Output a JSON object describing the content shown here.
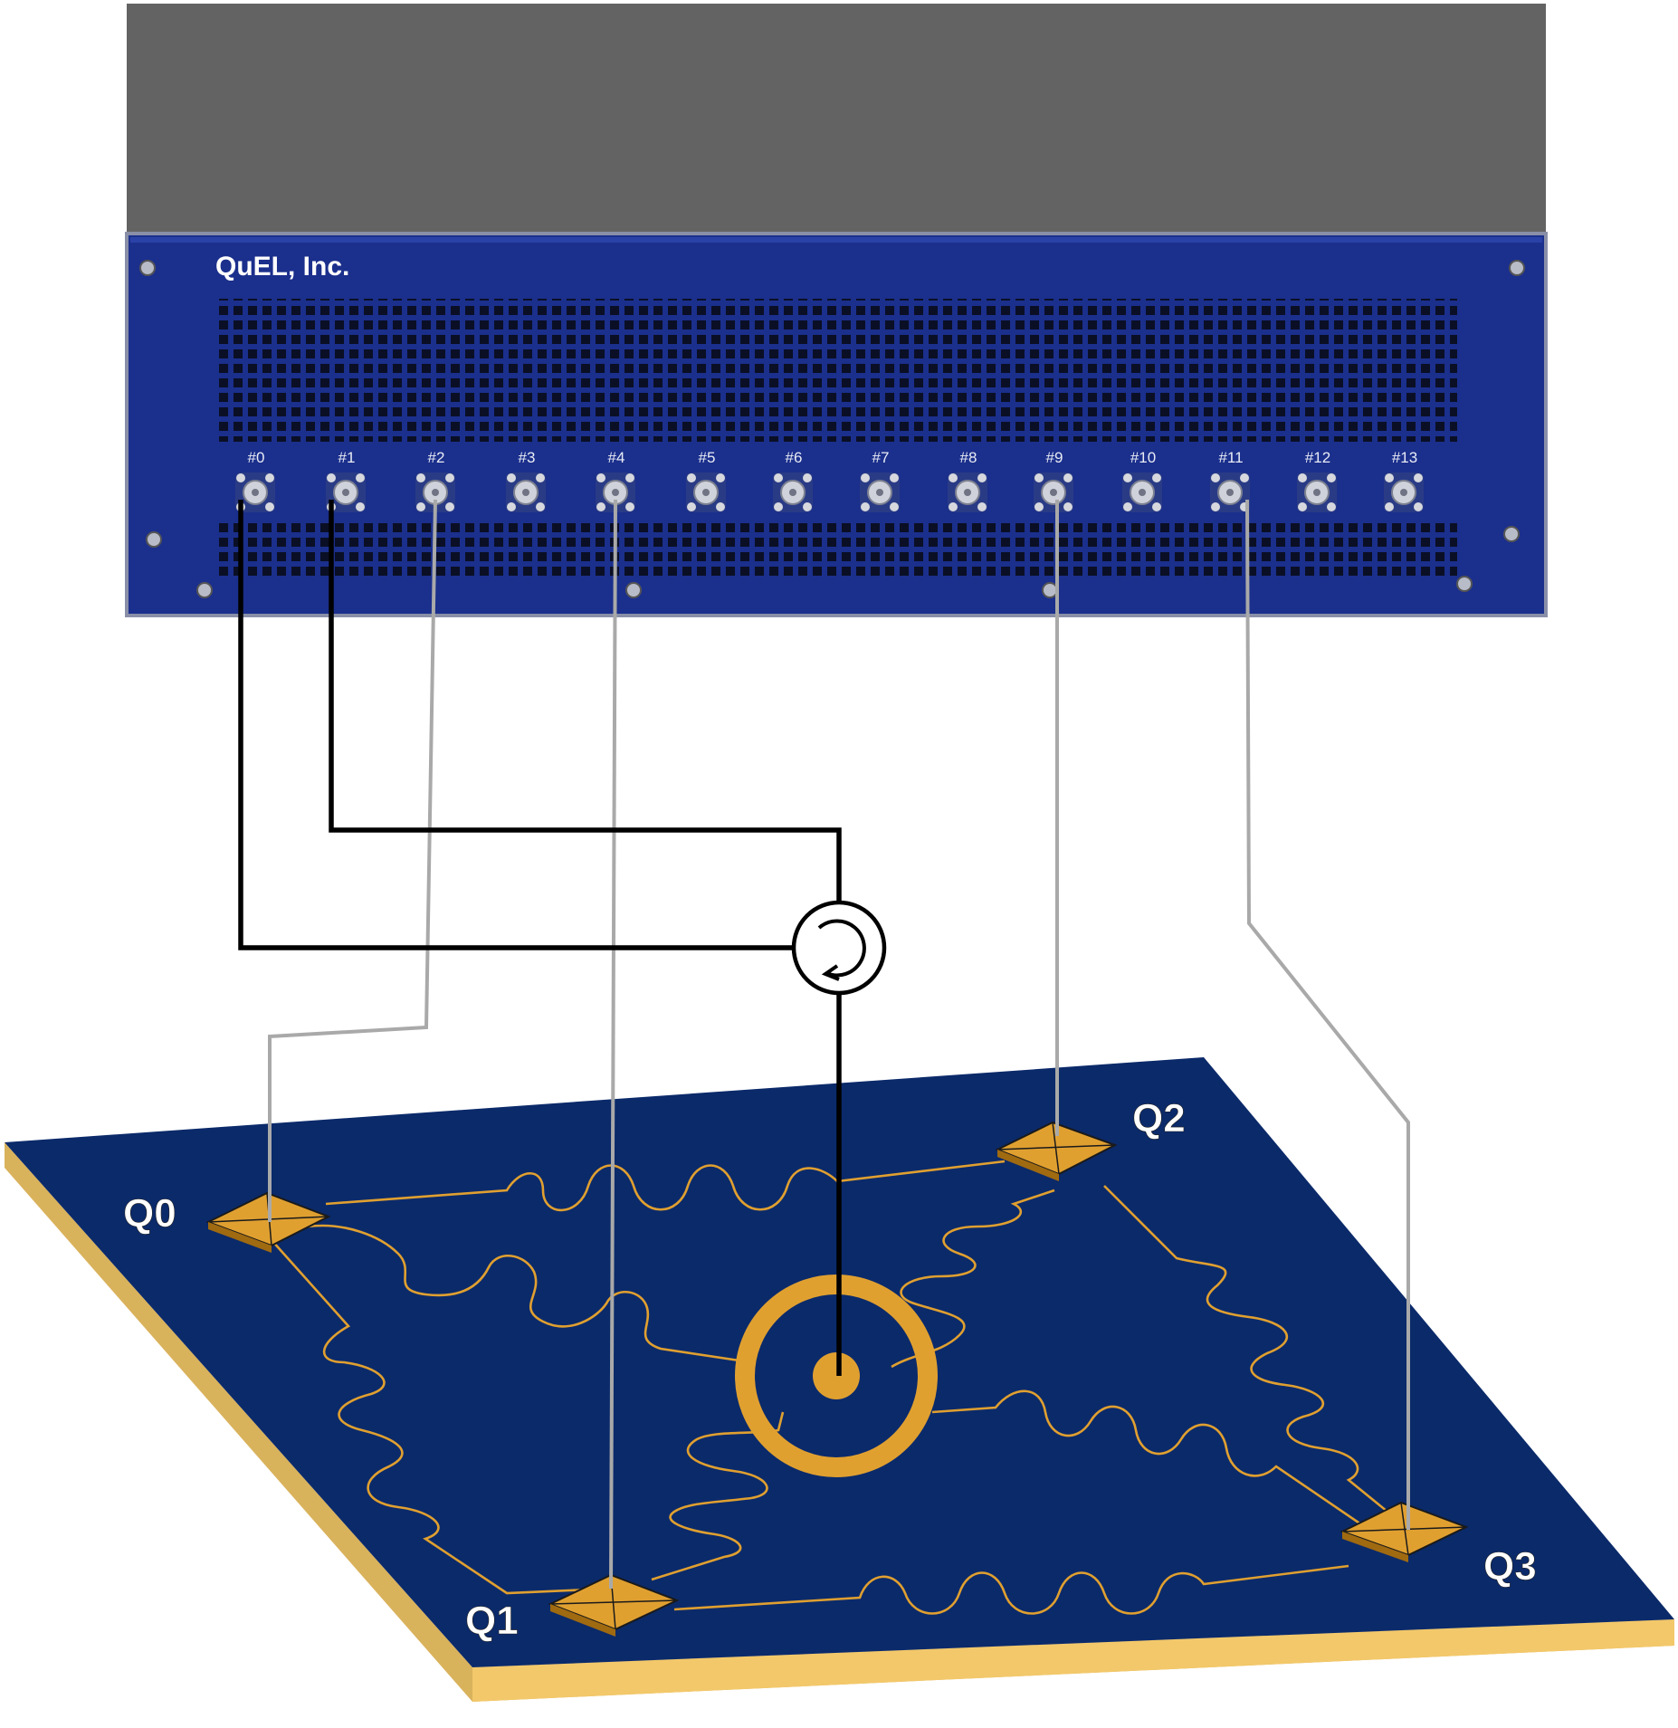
{
  "instrument": {
    "brand": "QuEL, Inc.",
    "ports": [
      "#0",
      "#1",
      "#2",
      "#3",
      "#4",
      "#5",
      "#6",
      "#7",
      "#8",
      "#9",
      "#10",
      "#11",
      "#12",
      "#13"
    ]
  },
  "chip": {
    "qubits": [
      "Q0",
      "Q1",
      "Q2",
      "Q3"
    ]
  },
  "colors": {
    "instrument_top": "#636363",
    "front_panel": "#1b2f8c",
    "chip_substrate": "#0b2a6a",
    "chip_edge": "#d9b25c",
    "gold": "#e0a030",
    "readout_wire": "#000000",
    "control_wire": "#a9a9a9"
  },
  "icons": {
    "circulator": "circulator-icon",
    "connector": "sma-connector-icon"
  }
}
